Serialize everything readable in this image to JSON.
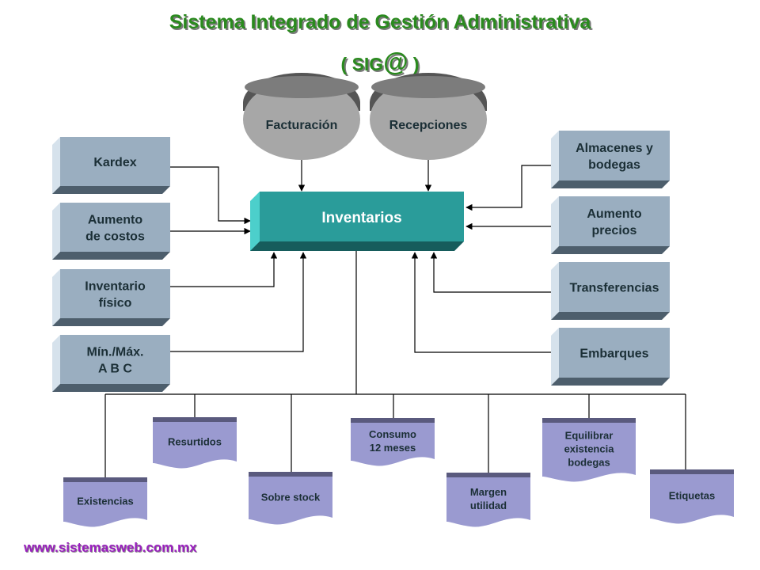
{
  "title": {
    "line1": "Sistema Integrado de Gestión Administrativa",
    "line2_pre": "( SIG",
    "line2_at": "@",
    "line2_post": " )"
  },
  "center": {
    "label": "Inventarios"
  },
  "top_sources": [
    {
      "label": "Facturación"
    },
    {
      "label": "Recepciones"
    }
  ],
  "left_inputs": [
    {
      "lines": [
        "Kardex"
      ]
    },
    {
      "lines": [
        "Aumento",
        "de costos"
      ]
    },
    {
      "lines": [
        "Inventario",
        "físico"
      ]
    },
    {
      "lines": [
        "Mín./Máx.",
        "A B C"
      ]
    }
  ],
  "right_inputs": [
    {
      "lines": [
        "Almacenes y",
        "bodegas"
      ]
    },
    {
      "lines": [
        "Aumento",
        "precios"
      ]
    },
    {
      "lines": [
        "Transferencias"
      ]
    },
    {
      "lines": [
        "Embarques"
      ]
    }
  ],
  "outputs": [
    {
      "lines": [
        "Existencias"
      ]
    },
    {
      "lines": [
        "Resurtidos"
      ]
    },
    {
      "lines": [
        "Sobre stock"
      ]
    },
    {
      "lines": [
        "Consumo",
        "12 meses"
      ]
    },
    {
      "lines": [
        "Margen",
        "utilidad"
      ]
    },
    {
      "lines": [
        "Equilibrar",
        "existencia",
        "bodegas"
      ]
    },
    {
      "lines": [
        "Etiquetas"
      ]
    }
  ],
  "footer": {
    "url": "www.sistemasweb.com.mx"
  },
  "colors": {
    "title": "#2a8a1e",
    "input_box": "#9aaec0",
    "center": "#2a9c9a",
    "output_doc": "#9a9ad0",
    "url": "#9a1fbf"
  }
}
